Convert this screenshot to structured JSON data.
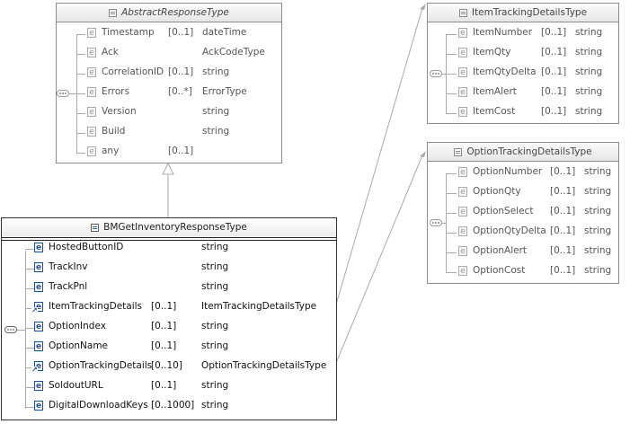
{
  "abstract": {
    "title": "AbstractResponseType",
    "rows": [
      {
        "name": "Timestamp",
        "card": "[0..1]",
        "type": "dateTime"
      },
      {
        "name": "Ack",
        "card": "",
        "type": "AckCodeType"
      },
      {
        "name": "CorrelationID",
        "card": "[0..1]",
        "type": "string"
      },
      {
        "name": "Errors",
        "card": "[0..*]",
        "type": "ErrorType"
      },
      {
        "name": "Version",
        "card": "",
        "type": "string"
      },
      {
        "name": "Build",
        "card": "",
        "type": "string"
      },
      {
        "name": "any",
        "card": "[0..1]",
        "type": ""
      }
    ]
  },
  "main": {
    "title": "BMGetInventoryResponseType",
    "rows": [
      {
        "name": "HostedButtonID",
        "card": "",
        "type": "string"
      },
      {
        "name": "TrackInv",
        "card": "",
        "type": "string"
      },
      {
        "name": "TrackPnl",
        "card": "",
        "type": "string"
      },
      {
        "name": "ItemTrackingDetails",
        "card": "[0..1]",
        "type": "ItemTrackingDetailsType"
      },
      {
        "name": "OptionIndex",
        "card": "[0..1]",
        "type": "string"
      },
      {
        "name": "OptionName",
        "card": "[0..1]",
        "type": "string"
      },
      {
        "name": "OptionTrackingDetails",
        "card": "[0..10]",
        "type": "OptionTrackingDetailsType"
      },
      {
        "name": "SoldoutURL",
        "card": "[0..1]",
        "type": "string"
      },
      {
        "name": "DigitalDownloadKeys",
        "card": "[0..1000]",
        "type": "string"
      }
    ]
  },
  "item": {
    "title": "ItemTrackingDetailsType",
    "rows": [
      {
        "name": "ItemNumber",
        "card": "[0..1]",
        "type": "string"
      },
      {
        "name": "ItemQty",
        "card": "[0..1]",
        "type": "string"
      },
      {
        "name": "ItemQtyDelta",
        "card": "[0..1]",
        "type": "string"
      },
      {
        "name": "ItemAlert",
        "card": "[0..1]",
        "type": "string"
      },
      {
        "name": "ItemCost",
        "card": "[0..1]",
        "type": "string"
      }
    ]
  },
  "option": {
    "title": "OptionTrackingDetailsType",
    "rows": [
      {
        "name": "OptionNumber",
        "card": "[0..1]",
        "type": "string"
      },
      {
        "name": "OptionQty",
        "card": "[0..1]",
        "type": "string"
      },
      {
        "name": "OptionSelect",
        "card": "[0..1]",
        "type": "string"
      },
      {
        "name": "OptionQtyDelta",
        "card": "[0..1]",
        "type": "string"
      },
      {
        "name": "OptionAlert",
        "card": "[0..1]",
        "type": "string"
      },
      {
        "name": "OptionCost",
        "card": "[0..1]",
        "type": "string"
      }
    ]
  },
  "icons": {
    "element": "e",
    "type_header": "complex-type-icon",
    "sequence": "sequence-icon",
    "reference_arrow": "reference-arrow-icon",
    "wildcard": "any-wildcard-icon"
  }
}
